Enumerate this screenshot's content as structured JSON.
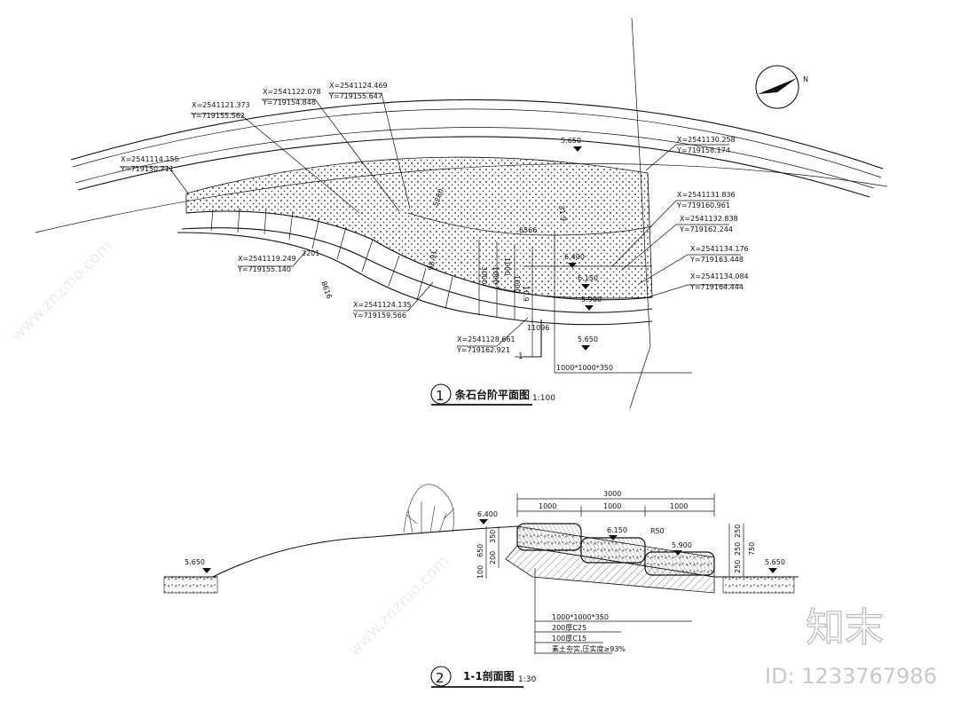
{
  "plan": {
    "coords": [
      {
        "x": "X=2541121.373",
        "y": "Y=719155.562"
      },
      {
        "x": "X=2541122.078",
        "y": "Y=719154.848"
      },
      {
        "x": "X=2541124.469",
        "y": "Y=719155.647"
      },
      {
        "x": "X=2541114.155",
        "y": "Y=719150.711"
      },
      {
        "x": "X=2541130.258",
        "y": "Y=719158.174"
      },
      {
        "x": "X=2541131.836",
        "y": "Y=719160.961"
      },
      {
        "x": "X=2541132.838",
        "y": "Y=719162.244"
      },
      {
        "x": "X=2541134.176",
        "y": "Y=719163.448"
      },
      {
        "x": "X=2541134.084",
        "y": "Y=719164.444"
      },
      {
        "x": "X=2541119.249",
        "y": "Y=719155.140"
      },
      {
        "x": "X=2541124.135",
        "y": "Y=719159.566"
      },
      {
        "x": "X=2541128.661",
        "y": "Y=719162.921"
      }
    ],
    "elevations": [
      "5.650",
      "6.400",
      "6.150",
      "5.900",
      "5.650"
    ],
    "dims": [
      "5280",
      "6566",
      "31.9",
      "3201",
      "98.91",
      "10.9",
      "3000",
      "1000",
      "1000",
      "1000",
      "11096",
      "8616"
    ],
    "section_mark": "1",
    "note": "1000*1000*350",
    "note2": "",
    "title_num": "1",
    "title": "条石台阶平面图",
    "scale": "1:100"
  },
  "section": {
    "dims_top": [
      "3000",
      "1000",
      "1000",
      "1000"
    ],
    "dims_left": [
      "650",
      "200",
      "350",
      "100"
    ],
    "dims_right": [
      "250",
      "250",
      "250",
      "750"
    ],
    "elevations": [
      "6.400",
      "6.150",
      "5.900",
      "5.650",
      "5.650"
    ],
    "r_label": "R50",
    "layers": [
      "1000*1000*350",
      "200厚C25",
      "100厚C15",
      "素土夯实,压实度≥93%"
    ],
    "title_num": "2",
    "title": "1-1剖面图",
    "scale": "1:30"
  },
  "watermark": {
    "text": "知末",
    "id": "ID: 1233767986",
    "site": "www.znzmo.com"
  }
}
